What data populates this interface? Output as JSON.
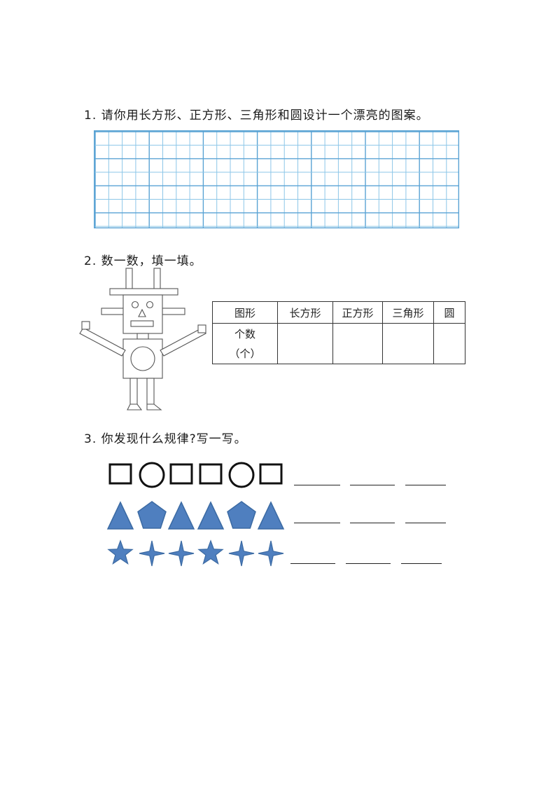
{
  "questions": {
    "q1": {
      "title": "1.  请你用长方形、正方形、三角形和圆设计一个漂亮的图案。"
    },
    "q2": {
      "title": "2. 数一数，填一填。",
      "table": {
        "headers": [
          "图形",
          "长方形",
          "正方形",
          "三角形",
          "圆"
        ],
        "row_label_line1": "个数",
        "row_label_line2": "（个）",
        "values": [
          "",
          "",
          "",
          ""
        ]
      }
    },
    "q3": {
      "title": "3. 你发现什么规律?写一写。",
      "rows": [
        {
          "shapes": [
            "square-icon",
            "circle-icon",
            "square-icon",
            "square-icon",
            "circle-icon",
            "square-icon"
          ],
          "blanks": 3
        },
        {
          "shapes": [
            "triangle-icon",
            "pentagon-icon",
            "triangle-icon",
            "triangle-icon",
            "pentagon-icon",
            "triangle-icon"
          ],
          "blanks": 3
        },
        {
          "shapes": [
            "star5-icon",
            "star4-icon",
            "star4-icon",
            "star5-icon",
            "star4-icon",
            "star4-icon"
          ],
          "blanks": 3
        }
      ]
    }
  },
  "colors": {
    "grid_line": "#8cc6e8",
    "grid_major": "#5aa3d4",
    "shape_fill": "#4f7fbf",
    "shape_stroke": "#3b6aa3",
    "outline": "#111111"
  }
}
